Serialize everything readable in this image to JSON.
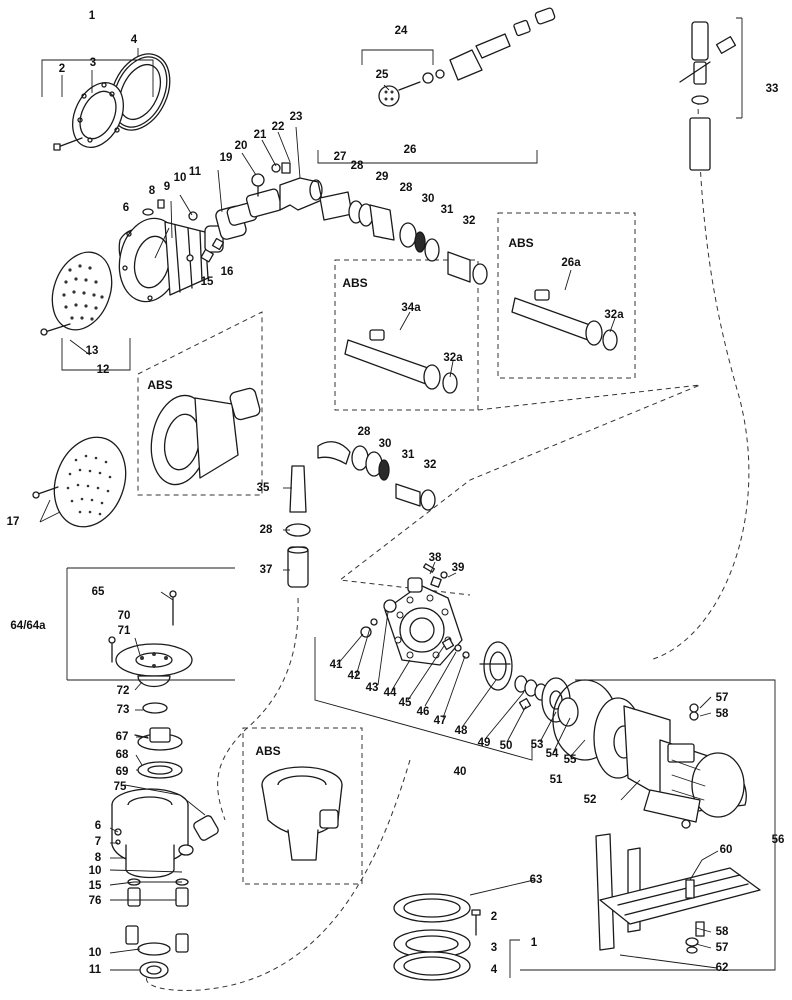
{
  "abs_label": "ABS",
  "callouts": [
    {
      "id": "1a",
      "text": "1"
    },
    {
      "id": "2a",
      "text": "2"
    },
    {
      "id": "3a",
      "text": "3"
    },
    {
      "id": "4a",
      "text": "4"
    },
    {
      "id": "6a",
      "text": "6"
    },
    {
      "id": "8a",
      "text": "8"
    },
    {
      "id": "9",
      "text": "9"
    },
    {
      "id": "10a",
      "text": "10"
    },
    {
      "id": "11a",
      "text": "11"
    },
    {
      "id": "12",
      "text": "12"
    },
    {
      "id": "13",
      "text": "13"
    },
    {
      "id": "15a",
      "text": "15"
    },
    {
      "id": "16",
      "text": "16"
    },
    {
      "id": "17",
      "text": "17"
    },
    {
      "id": "19",
      "text": "19"
    },
    {
      "id": "20",
      "text": "20"
    },
    {
      "id": "21",
      "text": "21"
    },
    {
      "id": "22",
      "text": "22"
    },
    {
      "id": "23",
      "text": "23"
    },
    {
      "id": "24",
      "text": "24"
    },
    {
      "id": "25",
      "text": "25"
    },
    {
      "id": "26",
      "text": "26"
    },
    {
      "id": "26a",
      "text": "26a"
    },
    {
      "id": "27",
      "text": "27"
    },
    {
      "id": "28a",
      "text": "28"
    },
    {
      "id": "28b",
      "text": "28"
    },
    {
      "id": "28c",
      "text": "28"
    },
    {
      "id": "28d",
      "text": "28"
    },
    {
      "id": "29",
      "text": "29"
    },
    {
      "id": "30a",
      "text": "30"
    },
    {
      "id": "30b",
      "text": "30"
    },
    {
      "id": "31a",
      "text": "31"
    },
    {
      "id": "31b",
      "text": "31"
    },
    {
      "id": "32a",
      "text": "32"
    },
    {
      "id": "32b",
      "text": "32"
    },
    {
      "id": "32aa",
      "text": "32a"
    },
    {
      "id": "32ab",
      "text": "32a"
    },
    {
      "id": "33",
      "text": "33"
    },
    {
      "id": "34a",
      "text": "34a"
    },
    {
      "id": "35",
      "text": "35"
    },
    {
      "id": "37",
      "text": "37"
    },
    {
      "id": "38",
      "text": "38"
    },
    {
      "id": "39",
      "text": "39"
    },
    {
      "id": "40",
      "text": "40"
    },
    {
      "id": "41",
      "text": "41"
    },
    {
      "id": "42",
      "text": "42"
    },
    {
      "id": "43",
      "text": "43"
    },
    {
      "id": "44",
      "text": "44"
    },
    {
      "id": "45",
      "text": "45"
    },
    {
      "id": "46",
      "text": "46"
    },
    {
      "id": "47",
      "text": "47"
    },
    {
      "id": "48",
      "text": "48"
    },
    {
      "id": "49",
      "text": "49"
    },
    {
      "id": "50",
      "text": "50"
    },
    {
      "id": "51",
      "text": "51"
    },
    {
      "id": "52",
      "text": "52"
    },
    {
      "id": "53",
      "text": "53"
    },
    {
      "id": "54",
      "text": "54"
    },
    {
      "id": "55",
      "text": "55"
    },
    {
      "id": "56",
      "text": "56"
    },
    {
      "id": "57a",
      "text": "57"
    },
    {
      "id": "57b",
      "text": "57"
    },
    {
      "id": "58a",
      "text": "58"
    },
    {
      "id": "58b",
      "text": "58"
    },
    {
      "id": "60",
      "text": "60"
    },
    {
      "id": "62",
      "text": "62"
    },
    {
      "id": "63",
      "text": "63"
    },
    {
      "id": "6464a",
      "text": "64/64a"
    },
    {
      "id": "65",
      "text": "65"
    },
    {
      "id": "67",
      "text": "67"
    },
    {
      "id": "68",
      "text": "68"
    },
    {
      "id": "69",
      "text": "69"
    },
    {
      "id": "70",
      "text": "70"
    },
    {
      "id": "71",
      "text": "71"
    },
    {
      "id": "72",
      "text": "72"
    },
    {
      "id": "73",
      "text": "73"
    },
    {
      "id": "75",
      "text": "75"
    },
    {
      "id": "6b",
      "text": "6"
    },
    {
      "id": "7b",
      "text": "7"
    },
    {
      "id": "8b",
      "text": "8"
    },
    {
      "id": "10b",
      "text": "10"
    },
    {
      "id": "15b",
      "text": "15"
    },
    {
      "id": "76",
      "text": "76"
    },
    {
      "id": "10c",
      "text": "10"
    },
    {
      "id": "11b",
      "text": "11"
    },
    {
      "id": "1b",
      "text": "1"
    },
    {
      "id": "2b",
      "text": "2"
    },
    {
      "id": "3b",
      "text": "3"
    },
    {
      "id": "4b",
      "text": "4"
    }
  ]
}
